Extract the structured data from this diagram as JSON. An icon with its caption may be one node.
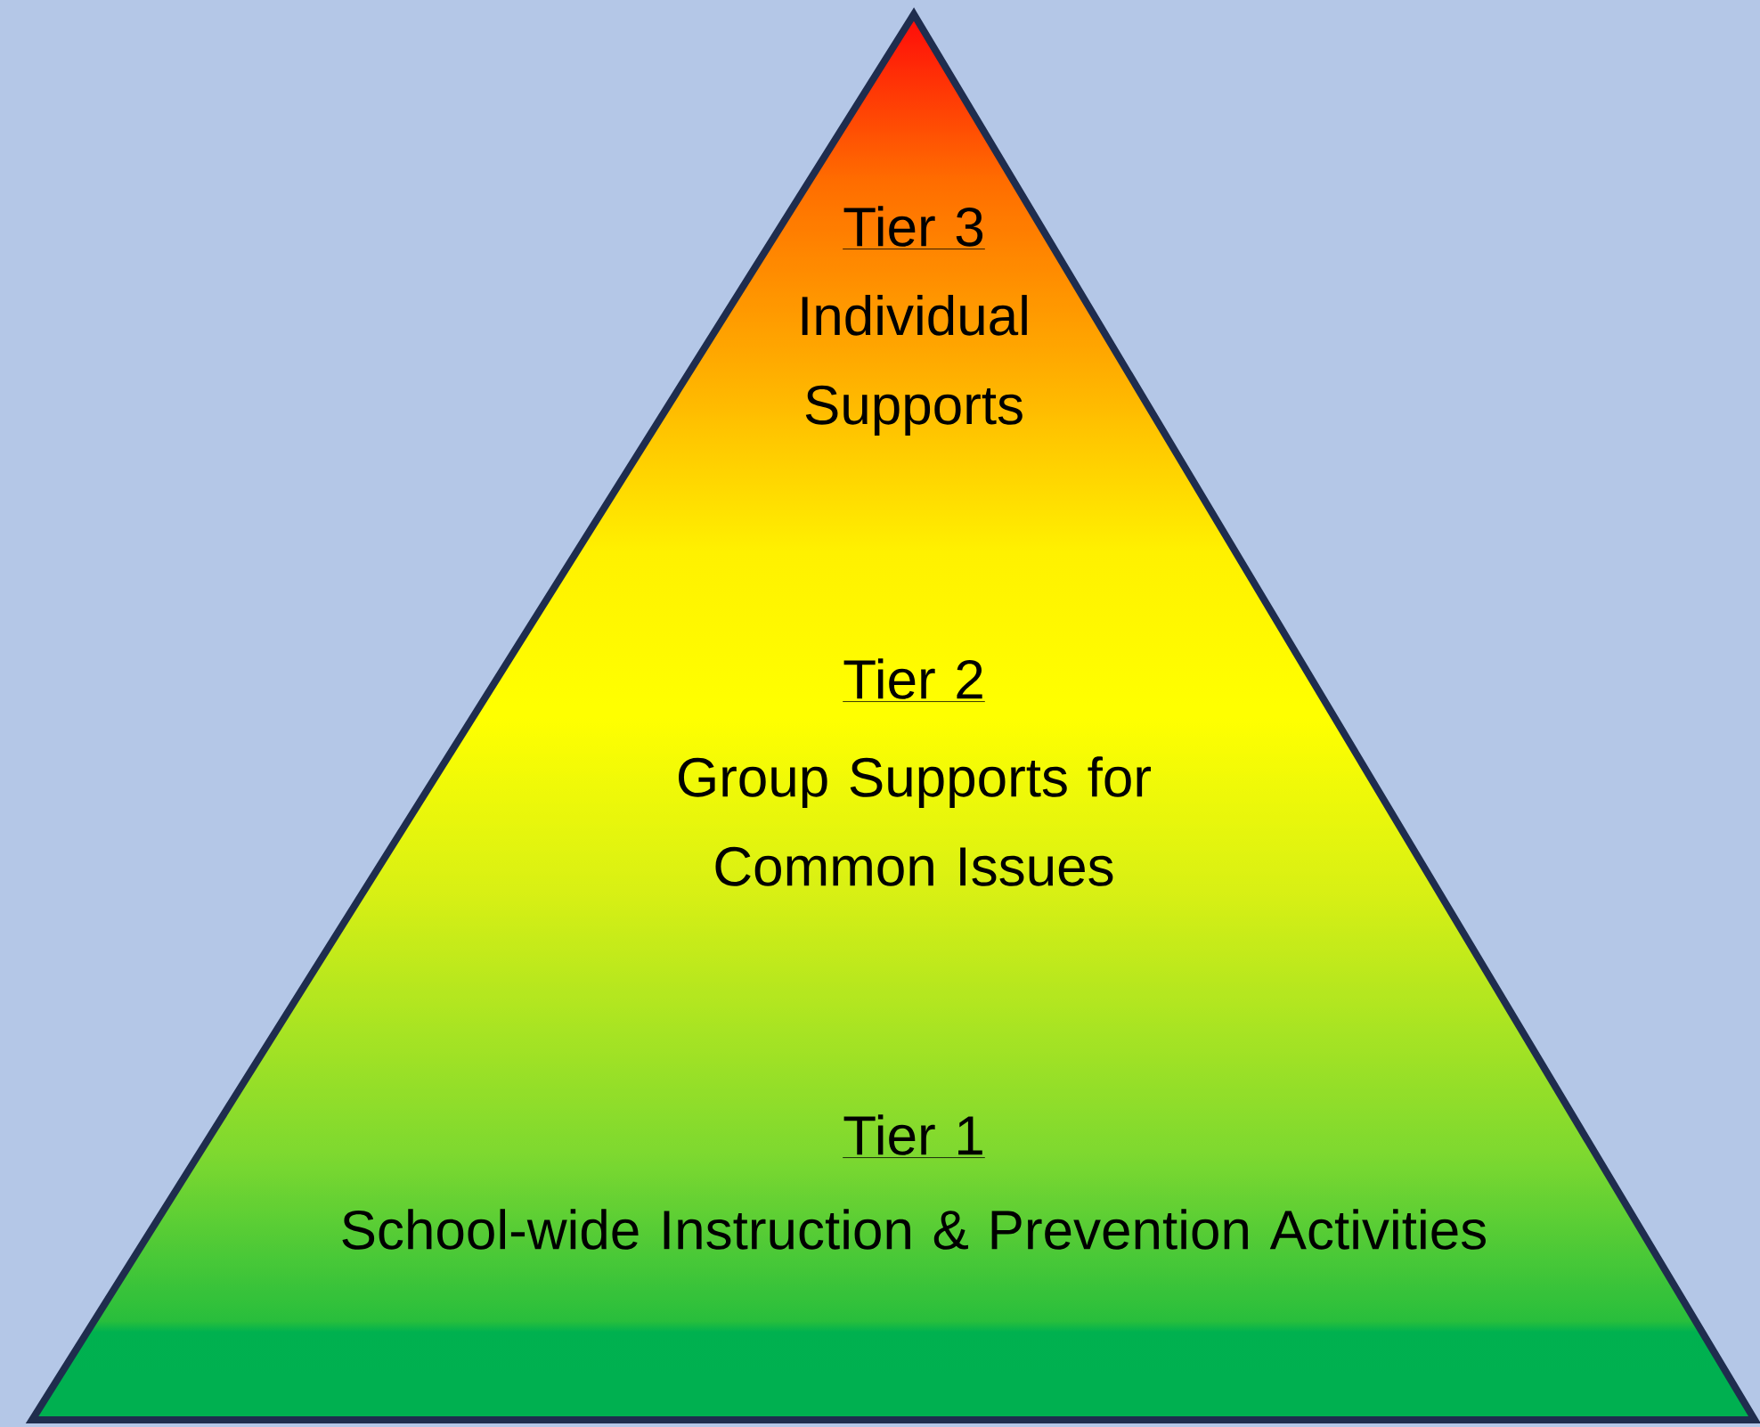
{
  "diagram": {
    "nodes": [
      {
        "text": [
          "Tier 3",
          "Individual Supports",
          "Tier 2",
          "Group Supports for Common Issues",
          "Tier 1",
          "School-wide Instruction & Prevention Activities"
        ]
      }
    ]
  }
}
